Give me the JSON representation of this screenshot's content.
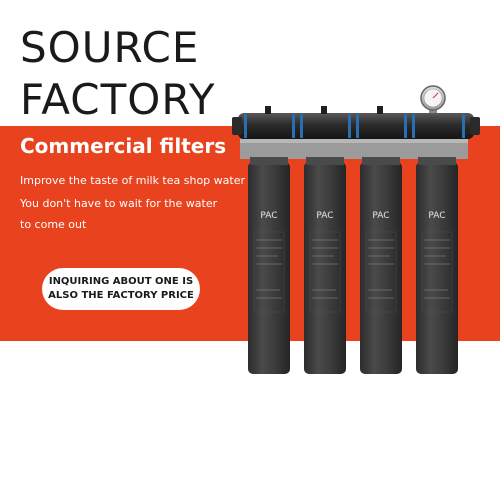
{
  "headline": {
    "line1": "SOURCE",
    "line2": "FACTORY"
  },
  "subtitle": "Commercial filters",
  "description": {
    "line1": "Improve the taste of milk tea shop water",
    "line2": "You don't have to wait for the water",
    "line3": "to come out"
  },
  "cta": {
    "line1": "INQUIRING ABOUT ONE IS",
    "line2": "ALSO THE FACTORY PRICE"
  },
  "filters": [
    {
      "label": "PAC"
    },
    {
      "label": "PAC"
    },
    {
      "label": "PAC"
    },
    {
      "label": "PAC"
    }
  ],
  "colors": {
    "banner": "#e8431e",
    "canister": "#3a3a3a",
    "text_dark": "#1a1a1a",
    "seal_ring": "#2a6fb0"
  }
}
